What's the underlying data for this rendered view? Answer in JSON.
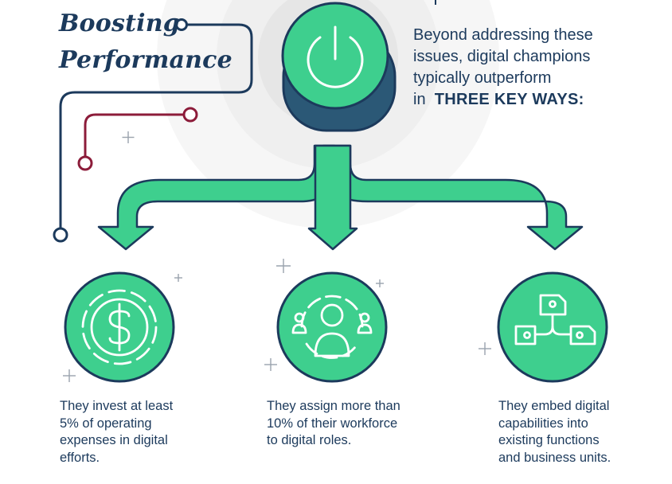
{
  "title": {
    "line1": "Boosting",
    "line2": "Performance"
  },
  "intro": {
    "line1": "Beyond addressing these",
    "line2": "issues, digital champions",
    "line3": "typically outperform",
    "line4_prefix": "in",
    "line4_emphasis": "THREE KEY WAYS:"
  },
  "ways": [
    {
      "icon": "dollar-coin-icon",
      "lines": [
        "They invest at least",
        "5% of operating",
        "expenses in digital",
        "efforts."
      ]
    },
    {
      "icon": "people-icon",
      "lines": [
        "They assign more than",
        "10% of their workforce",
        "to digital roles."
      ]
    },
    {
      "icon": "connected-tags-icon",
      "lines": [
        "They embed digital",
        "capabilities into",
        "existing functions",
        "and business units."
      ]
    }
  ],
  "colors": {
    "green": "#3ecf8e",
    "navy": "#1c3a5c",
    "dark_teal": "#2b5876",
    "maroon": "#8c1c3a",
    "halo": "#ececec"
  }
}
